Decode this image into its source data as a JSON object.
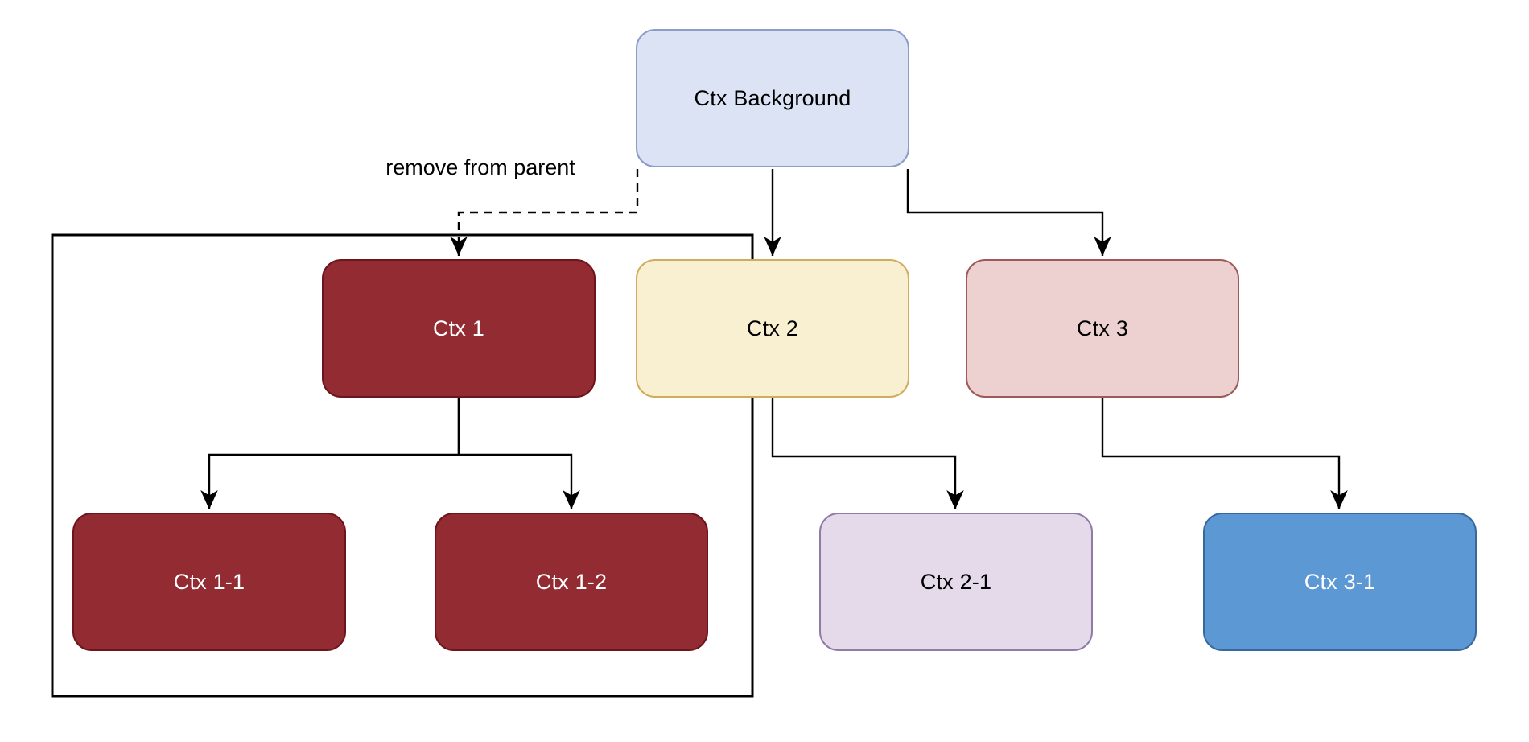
{
  "diagram": {
    "type": "tree",
    "canvas_color": "#FFFFFF",
    "edge_color": "#000000",
    "group_border_color": "#000000"
  },
  "annotation": {
    "label": "remove from parent"
  },
  "nodes": [
    {
      "id": "ctx-background",
      "label": "Ctx Background",
      "fill": "#DCE3F5",
      "stroke": "#8C9CC8",
      "text_color": "#000000"
    },
    {
      "id": "ctx-1",
      "label": "Ctx 1",
      "fill": "#932B33",
      "stroke": "#6C151C",
      "text_color": "#FFFFFF"
    },
    {
      "id": "ctx-2",
      "label": "Ctx 2",
      "fill": "#F9F0D2",
      "stroke": "#D0AC5D",
      "text_color": "#000000"
    },
    {
      "id": "ctx-3",
      "label": "Ctx 3",
      "fill": "#EDD1D1",
      "stroke": "#9D5A59",
      "text_color": "#000000"
    },
    {
      "id": "ctx-1-1",
      "label": "Ctx 1-1",
      "fill": "#932B33",
      "stroke": "#6C151C",
      "text_color": "#FFFFFF"
    },
    {
      "id": "ctx-1-2",
      "label": "Ctx 1-2",
      "fill": "#932B33",
      "stroke": "#6C151C",
      "text_color": "#FFFFFF"
    },
    {
      "id": "ctx-2-1",
      "label": "Ctx 2-1",
      "fill": "#E4DAEA",
      "stroke": "#8F7BA6",
      "text_color": "#000000"
    },
    {
      "id": "ctx-3-1",
      "label": "Ctx 3-1",
      "fill": "#5C98D4",
      "stroke": "#38689E",
      "text_color": "#FFFFFF"
    }
  ],
  "edges": [
    {
      "from": "ctx-background",
      "to": "ctx-1",
      "style": "dashed",
      "label": "remove from parent"
    },
    {
      "from": "ctx-background",
      "to": "ctx-2",
      "style": "solid",
      "label": ""
    },
    {
      "from": "ctx-background",
      "to": "ctx-3",
      "style": "solid",
      "label": ""
    },
    {
      "from": "ctx-1",
      "to": "ctx-1-1",
      "style": "solid",
      "label": ""
    },
    {
      "from": "ctx-1",
      "to": "ctx-1-2",
      "style": "solid",
      "label": ""
    },
    {
      "from": "ctx-2",
      "to": "ctx-2-1",
      "style": "solid",
      "label": ""
    },
    {
      "from": "ctx-3",
      "to": "ctx-3-1",
      "style": "solid",
      "label": ""
    }
  ],
  "group": {
    "contains": [
      "ctx-1",
      "ctx-1-1",
      "ctx-1-2"
    ]
  }
}
